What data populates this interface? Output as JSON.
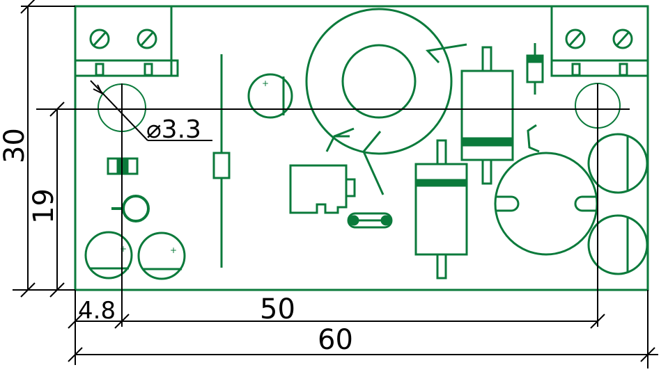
{
  "dimensions": {
    "board_width": "60",
    "board_height": "30",
    "hole_spacing_x": "50",
    "hole_spacing_y": "19",
    "hole_offset": "4.8",
    "hole_diameter": "⌀3.3"
  },
  "colors": {
    "pcb_outline": "#0b7a3b",
    "dimension_lines": "#000000",
    "background": "#ffffff"
  }
}
